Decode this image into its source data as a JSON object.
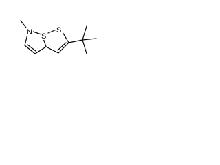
{
  "molecule": {
    "atoms": {
      "nitrogen": "N",
      "sulfur_bridge": "S",
      "sulfur_ring": "S"
    }
  }
}
